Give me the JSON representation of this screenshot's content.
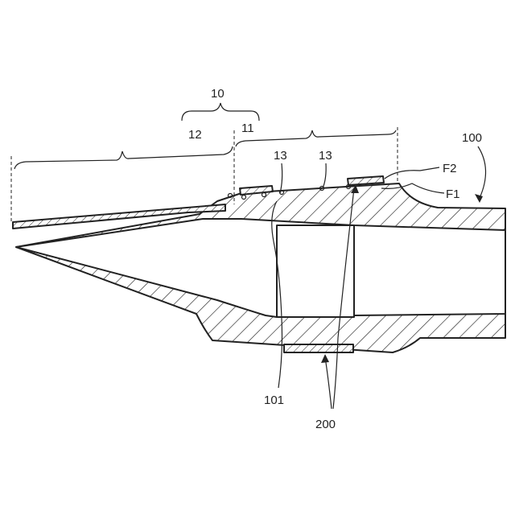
{
  "labels": {
    "ref_10": "10",
    "ref_11": "11",
    "ref_12": "12",
    "ref_13_a": "13",
    "ref_13_b": "13",
    "ref_100": "100",
    "ref_101": "101",
    "ref_200": "200",
    "ref_f1": "F1",
    "ref_f2": "F2"
  },
  "colors": {
    "line": "#222222",
    "background": "#ffffff"
  }
}
